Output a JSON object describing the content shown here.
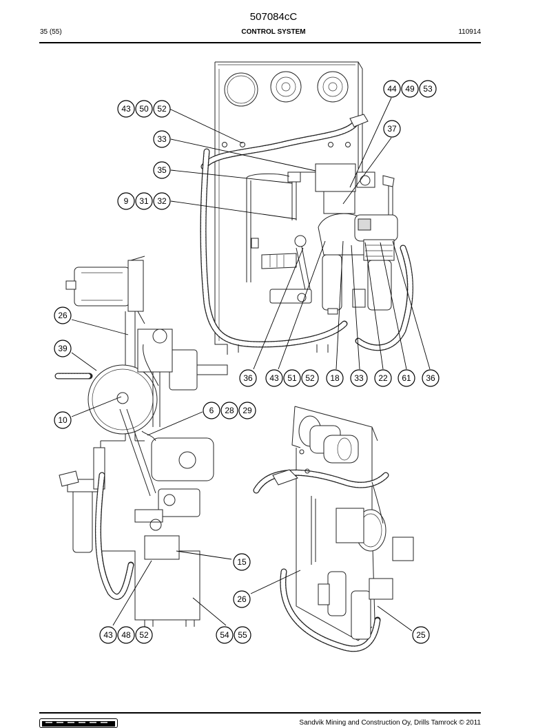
{
  "header": {
    "document_number": "507084cC",
    "page": "35 (55)",
    "section": "CONTROL SYSTEM",
    "date_code": "110914"
  },
  "footer": {
    "copyright": "Sandvik Mining and Construction Oy, Drills Tamrock © 2011"
  },
  "callouts": {
    "c43a": "43",
    "c50a": "50",
    "c52a": "52",
    "c33a": "33",
    "c35": "35",
    "c9": "9",
    "c31": "31",
    "c32": "32",
    "c44": "44",
    "c49": "49",
    "c53": "53",
    "c37": "37",
    "c36a": "36",
    "c43b": "43",
    "c51": "51",
    "c52b": "52",
    "c18": "18",
    "c33b": "33",
    "c22": "22",
    "c61": "61",
    "c36b": "36",
    "c26a": "26",
    "c39": "39",
    "c10": "10",
    "c6": "6",
    "c28": "28",
    "c29": "29",
    "c15": "15",
    "c26b": "26",
    "c43c": "43",
    "c48": "48",
    "c52c": "52",
    "c54": "54",
    "c55": "55",
    "c25": "25"
  }
}
